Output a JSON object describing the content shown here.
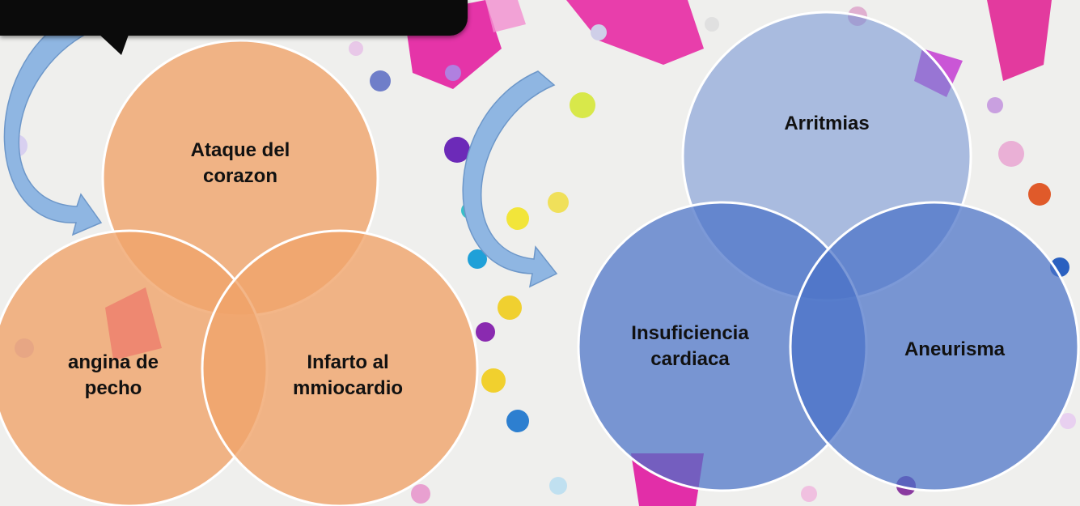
{
  "diagram_left": {
    "top": "Ataque del\ncorazon",
    "bottom_left": "angina de\npecho",
    "bottom_right": "Infarto al\nmmiocardio",
    "fill_color": "#f0a46a"
  },
  "diagram_right": {
    "top": "Arritmias",
    "bottom_left": "Insuficiencia\ncardiaca",
    "bottom_right": "Aneurisma",
    "fill_color": "#6f8fd4"
  },
  "arrow_color": "#8fb6e2",
  "callout_color": "#0b0b0b"
}
